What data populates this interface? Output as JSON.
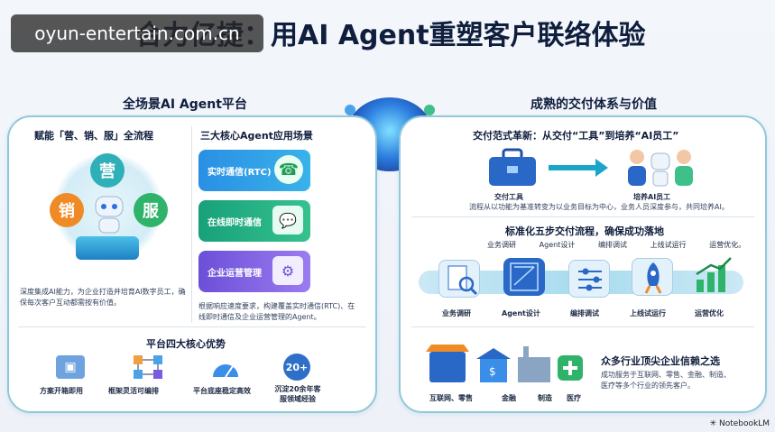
{
  "watermark": "oyun-entertain.com.cn",
  "title": "合力亿捷：用AI Agent重塑客户联络体验",
  "left": {
    "heading": "全场景AI Agent平台",
    "flow": {
      "heading": "赋能「营、销、服」全流程",
      "nodes": [
        "营",
        "销",
        "服"
      ],
      "desc": "深度集成AI能力，为企业打造并培育AI数字员工，确保每次客户互动都需按有价值。"
    },
    "scenes": {
      "heading": "三大核心Agent应用场景",
      "cards": [
        "实时通信(RTC)",
        "在线即时通信",
        "企业运营管理"
      ],
      "desc": "根据响应速度要求，构建覆盖实时通信(RTC)、在线即时通信及企业运营管理的Agent。"
    },
    "advantages": {
      "heading": "平台四大核心优势",
      "items": [
        "方案开箱即用",
        "框架灵活可编排",
        "平台底座稳定高效",
        "沉淀20余年客服领域经验"
      ],
      "badge": "20+"
    }
  },
  "right": {
    "heading": "成熟的交付体系与价值",
    "paradigm": {
      "heading": "交付范式革新：从交付“工具”到培养“AI员工”",
      "from": "交付工具",
      "to": "培养AI员工",
      "desc": "流程从以功能为基准转变为以业务目标为中心，业务人员深度参与，共同培养AI。"
    },
    "process": {
      "heading": "标准化五步交付流程，确保成功落地",
      "flow_line": [
        "业务调研",
        "Agent设计",
        "编排调试",
        "上线试运行",
        "运营优化。"
      ],
      "steps": [
        "业务调研",
        "Agent设计",
        "编排调试",
        "上线试运行",
        "运营优化"
      ]
    },
    "industry": {
      "heading": "众多行业顶尖企业信赖之选",
      "desc": "成功服务于互联网、零售、金融、制造、医疗等多个行业的领先客户。",
      "labels": [
        "互联网、零售",
        "金融",
        "制造",
        "医疗"
      ]
    }
  },
  "footer": "NotebookLM",
  "colors": {
    "accent_teal": "#1aa6a0",
    "accent_blue": "#2d6fe0",
    "orange": "#f08a24",
    "green": "#2fb36a",
    "purple": "#7b5be0"
  }
}
